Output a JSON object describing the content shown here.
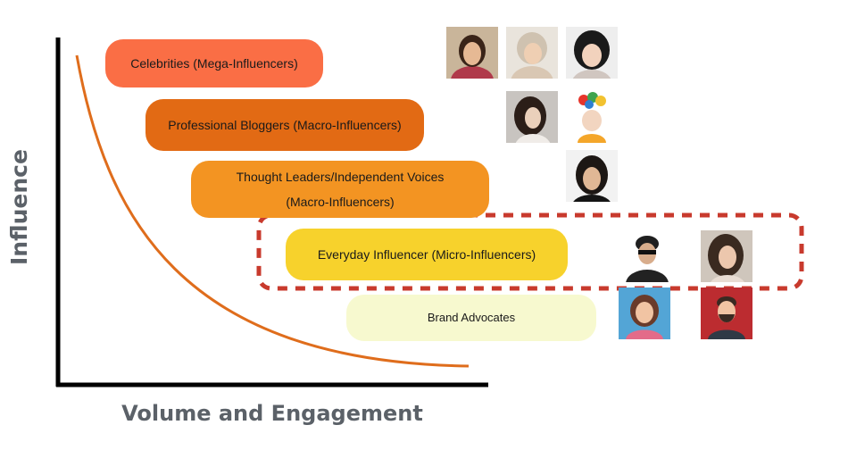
{
  "axes": {
    "y_label": "Influence",
    "x_label": "Volume and Engagement"
  },
  "tiers": [
    {
      "line1": "Celebrities (Mega-Influencers)",
      "line2": "",
      "color": "#fa6e45"
    },
    {
      "line1": "Professional Bloggers (Macro-Influencers)",
      "line2": "",
      "color": "#e26a14"
    },
    {
      "line1": "Thought Leaders/Independent Voices",
      "line2": "(Macro-Influencers)",
      "color": "#f39422"
    },
    {
      "line1": "Everyday Influencer (Micro-Influencers)",
      "line2": "",
      "color": "#f7d22c"
    },
    {
      "line1": "Brand Advocates",
      "line2": "",
      "color": "#f7f9cf"
    }
  ],
  "colors": {
    "curve": "#df6d1c",
    "axis": "#000000",
    "highlight_dash": "#c83a2d"
  },
  "photos": [
    {
      "icon": "woman-photo-icon",
      "tier": "celebrities"
    },
    {
      "icon": "woman-photo-icon",
      "tier": "celebrities"
    },
    {
      "icon": "woman-photo-icon",
      "tier": "celebrities"
    },
    {
      "icon": "woman-photo-icon",
      "tier": "professional-bloggers"
    },
    {
      "icon": "woman-photo-icon",
      "tier": "professional-bloggers"
    },
    {
      "icon": "woman-photo-icon",
      "tier": "thought-leaders"
    },
    {
      "icon": "man-photo-icon",
      "tier": "everyday-influencer"
    },
    {
      "icon": "woman-photo-icon",
      "tier": "everyday-influencer"
    },
    {
      "icon": "female-avatar-icon",
      "tier": "brand-advocates"
    },
    {
      "icon": "male-avatar-icon",
      "tier": "brand-advocates"
    }
  ]
}
